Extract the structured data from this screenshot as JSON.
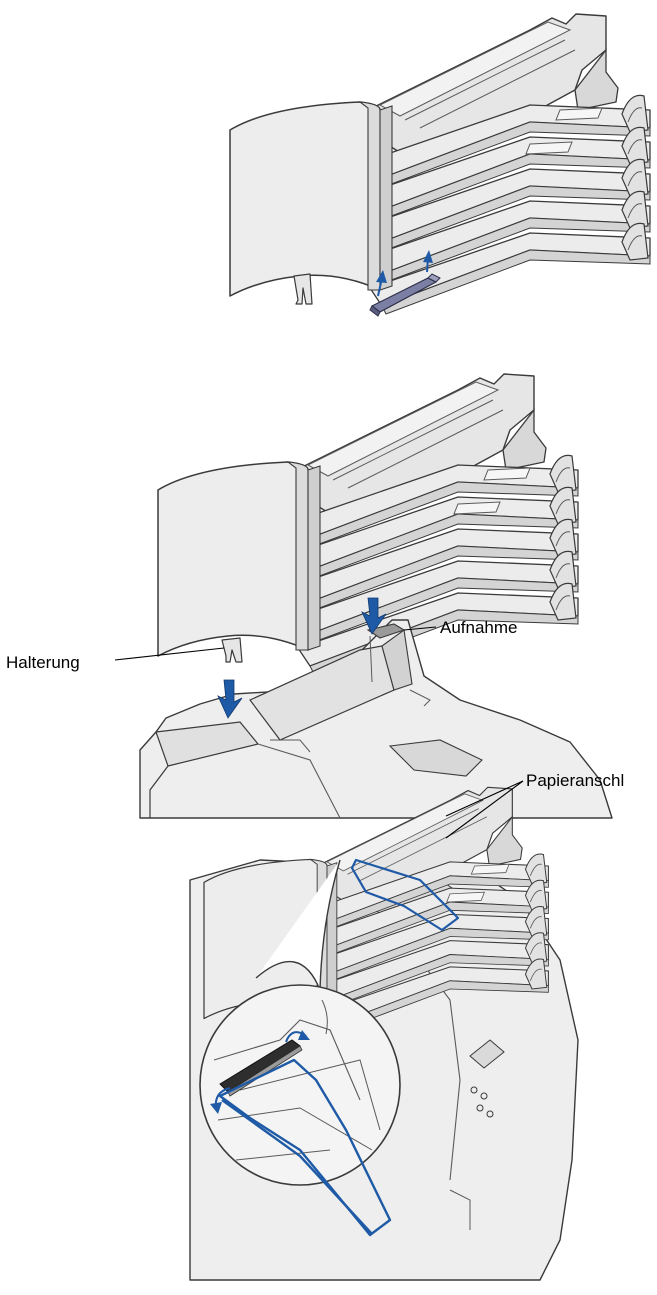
{
  "callouts": {
    "halterung": "Halterung",
    "aufnahme": "Aufnahme",
    "papieranschlag": "Papieranschl"
  },
  "colors": {
    "accent_blue": "#1f5aa6",
    "body_fill": "#ececec",
    "shade_fill": "#d8d8d8",
    "dark_fill": "#bdbdbd",
    "outline": "#3a3a3a",
    "light_fill": "#f4f4f4"
  }
}
